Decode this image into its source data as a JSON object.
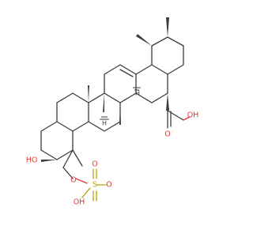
{
  "structure": {
    "atoms": {
      "oh_upper": "OH",
      "oh_upper_o": "O",
      "oh_upper_h": "H",
      "carbonyl_o": "O",
      "hydroxyl_o": "HO",
      "sulfate_o_link": "O",
      "sulfur": "S",
      "sulfate_o_top": "O",
      "sulfate_o_right": "O",
      "sulfate_oh": "OH",
      "stereo_h": "H"
    },
    "colors": {
      "carbon": "#3c3c3c",
      "oxygen": "#e53935",
      "sulfur": "#b8a400",
      "background": "#ffffff"
    }
  }
}
